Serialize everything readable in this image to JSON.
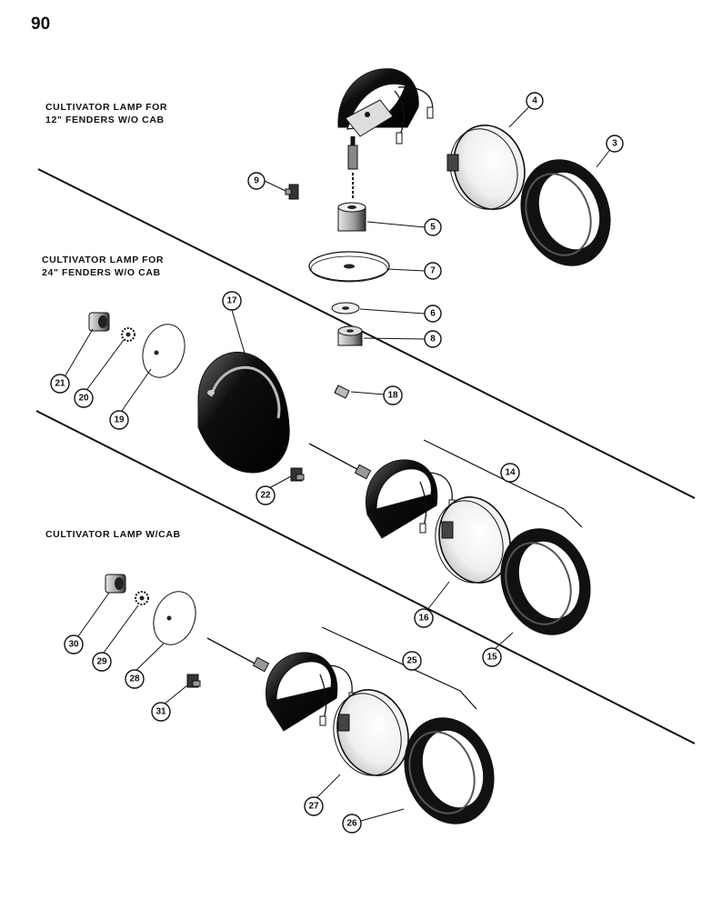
{
  "page_number": "90",
  "sections": [
    {
      "id": "s1",
      "lines": [
        "CULTIVATOR LAMP FOR",
        "12\" FENDERS W/O CAB"
      ]
    },
    {
      "id": "s2",
      "lines": [
        "CULTIVATOR LAMP FOR",
        "24\" FENDERS W/O CAB"
      ]
    },
    {
      "id": "s3",
      "lines": [
        "CULTIVATOR LAMP W/CAB"
      ]
    }
  ],
  "callouts": [
    "3",
    "4",
    "5",
    "6",
    "7",
    "8",
    "9",
    "14",
    "15",
    "16",
    "17",
    "18",
    "19",
    "20",
    "21",
    "22",
    "25",
    "26",
    "27",
    "28",
    "29",
    "30",
    "31"
  ]
}
